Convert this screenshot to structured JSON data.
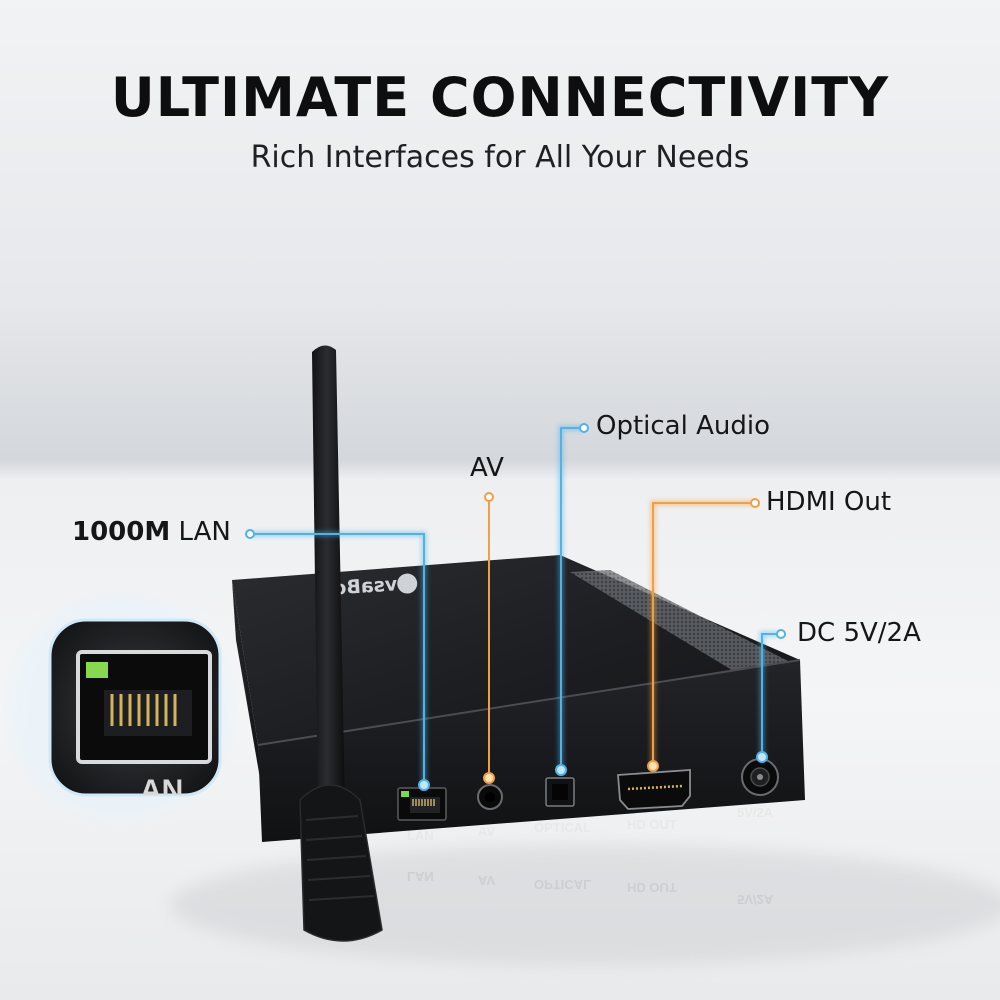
{
  "headline": {
    "title": "ULTIMATE CONNECTIVITY",
    "subtitle": "Rich Interfaces for All Your Needs"
  },
  "callouts": {
    "lan_bold": "1000M",
    "lan_rest": " LAN",
    "av": "AV",
    "optical": "Optical Audio",
    "hdmi": "HDMI Out",
    "dc": "DC 5V/2A"
  },
  "ports": {
    "lan": "LAN",
    "av": "AV",
    "optical": "OPTICAL",
    "hdmi": "HD OUT",
    "power": "5V/2A"
  },
  "device": {
    "brand": "vsaBox",
    "zoom_label": "AN"
  },
  "colors": {
    "blue_line": "#4fb3e8",
    "orange_line": "#f0a040",
    "device_body": "#1b1c1f"
  }
}
